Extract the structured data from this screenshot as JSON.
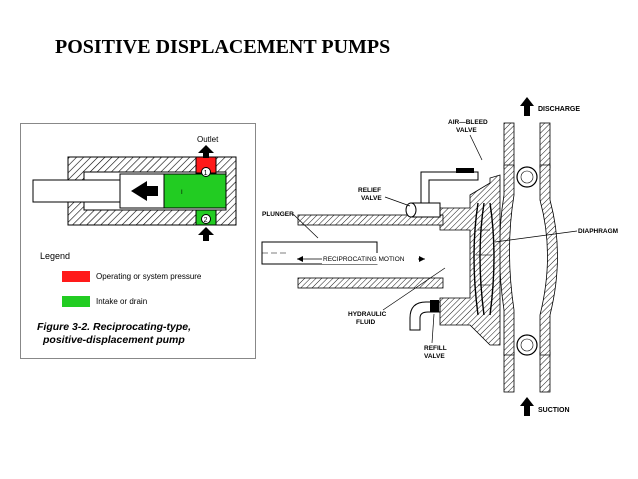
{
  "slide": {
    "title": "POSITIVE DISPLACEMENT PUMPS"
  },
  "reciprocating_figure": {
    "outlet_label": "Outlet",
    "valve_numbers": [
      "1",
      "2"
    ],
    "legend": {
      "title": "Legend",
      "items": [
        {
          "label": "Operating or system pressure",
          "color": "#ff1a1a"
        },
        {
          "label": "Intake or drain",
          "color": "#22cc22"
        }
      ]
    },
    "caption_line1": "Figure 3-2. Reciprocating-type,",
    "caption_line2": "positive-displacement pump"
  },
  "diaphragm_figure": {
    "labels": {
      "discharge": "DISCHARGE",
      "air_bleed_1": "AIR—BLEED",
      "air_bleed_2": "VALVE",
      "relief_1": "RELIEF",
      "relief_2": "VALVE",
      "plunger": "PLUNGER",
      "motion": "RECIPROCATING MOTION",
      "diaphragm": "DIAPHRAGM",
      "hydraulic_1": "HYDRAULIC",
      "hydraulic_2": "FLUID",
      "refill_1": "REFILL",
      "refill_2": "VALVE",
      "suction": "SUCTION"
    }
  },
  "colors": {
    "pressure": "#ff1a1a",
    "intake": "#22cc22",
    "line": "#000000"
  }
}
